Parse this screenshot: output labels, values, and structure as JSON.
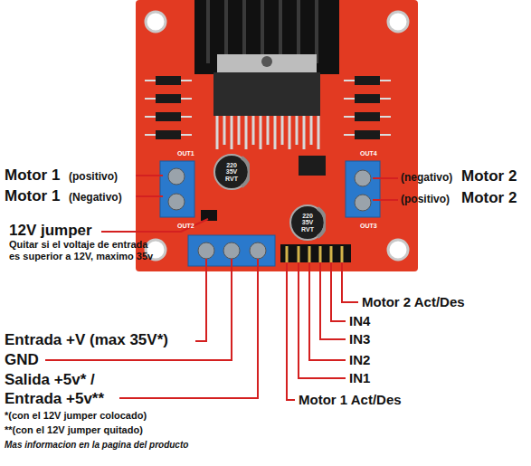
{
  "diagram": {
    "nodes": [
      {
        "text": [
          "220 35V RVT"
        ]
      },
      {
        "text": [
          "220 35V RVT"
        ]
      }
    ],
    "labels": [
      "Motor 1",
      "(positivo)",
      "Motor 1",
      "(Negativo)",
      "(negativo)",
      "Motor 2",
      "(positivo)",
      "Motor 2",
      "OUT1",
      "OUT2",
      "OUT4",
      "OUT3",
      "12V jumper",
      "Quitar si el voltaje de entrada es superior a 12V, maximo 35v",
      "Entrada +V (max 35V*)",
      "GND",
      "Salida +5v* / Entrada +5v**",
      "*(con el 12V jumper colocado)",
      "**(con el 12V jumper quitado)",
      "Mas informacion en la pagina del producto",
      "Motor 2 Act/Des",
      "IN4",
      "IN3",
      "IN2",
      "IN1",
      "Motor 1 Act/Des"
    ]
  }
}
